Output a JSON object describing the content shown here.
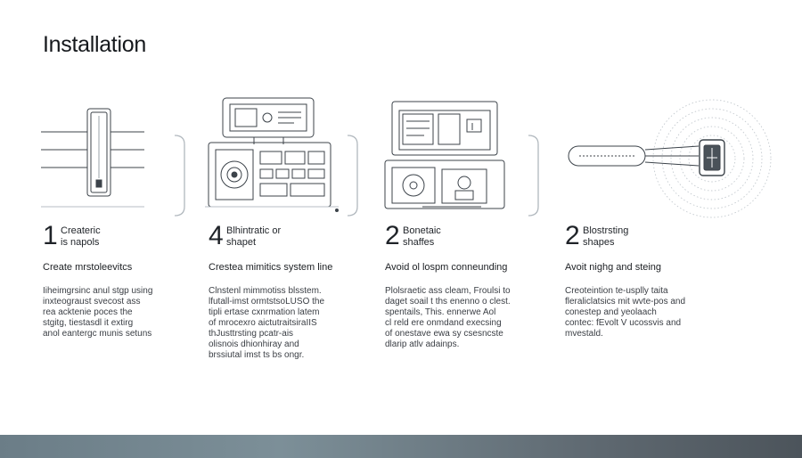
{
  "title": "Installation",
  "steps": [
    {
      "number": "1",
      "label": "Createric\nis napols",
      "heading": "Create mrstoleevitcs",
      "body": "Iiheimgrsinc anul stgp using\ninxteograust svecost ass\nrea acktenie poces the\nstgitg, tiestasdl it extirg\nanol eantergc munis setuns",
      "icon": "wall-mount-unit-icon"
    },
    {
      "number": "4",
      "label": "Blhintratic or\nshapet",
      "heading": "Crestea mimitics system line",
      "body": "Clnstenl mimmotiss blsstem.\nlfutall-imst ormtstsoLUSO the\ntipli ertase cxnrmation latem\nof mrocexro aictutraitsiraIIS\nthJusttrsting pcatr-ais\nolisnois dhionhiray and\nbrssiutal imst ts bs ongr.",
      "icon": "control-panel-icon"
    },
    {
      "number": "2",
      "label": "Bonetaic\nshaffes",
      "heading": "Avoid ol lospm conneunding",
      "body": "Plolsraetic ass cleam, Froulsi to\ndaget soail t ths enenno o clest.\nspentails, This. ennerwe Aol\ncl reld ere onmdand execsing\nof onestave ewa sy csesncste\ndlarip atlv adainps.",
      "icon": "monitor-stack-icon"
    },
    {
      "number": "2",
      "label": "Blostrsting\nshapes",
      "heading": "Avoit nighg and steing",
      "body": "Creoteintion te-usplly taita\nfleraliclatsics mit wvte-pos and\nconestep and yeolaach\ncontec: fEvolt V ucossvis and\nmvestald.",
      "icon": "wireless-sensor-icon"
    }
  ]
}
